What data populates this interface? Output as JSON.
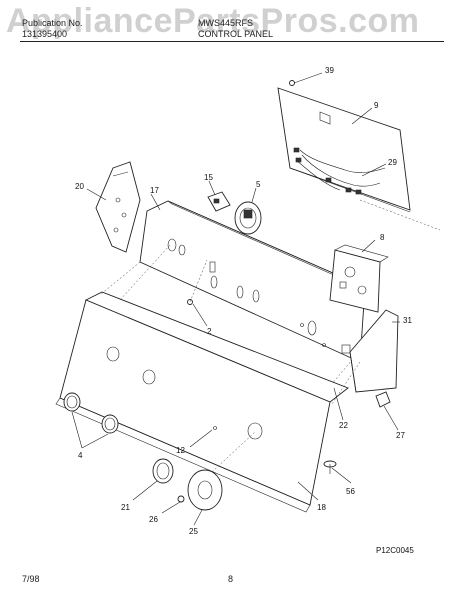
{
  "header": {
    "publication_label": "Publication No.",
    "publication_number": "131395400",
    "model": "MWS445RFS",
    "section_title": "CONTROL PANEL"
  },
  "watermark": "AppliancePartsPros.com",
  "callouts": [
    "39",
    "9",
    "29",
    "20",
    "17",
    "15",
    "5",
    "8",
    "31",
    "2",
    "22",
    "27",
    "4",
    "12",
    "21",
    "26",
    "25",
    "18",
    "56"
  ],
  "diagram_code": "P12C0045",
  "footer": {
    "date": "7/98",
    "page": "8"
  }
}
